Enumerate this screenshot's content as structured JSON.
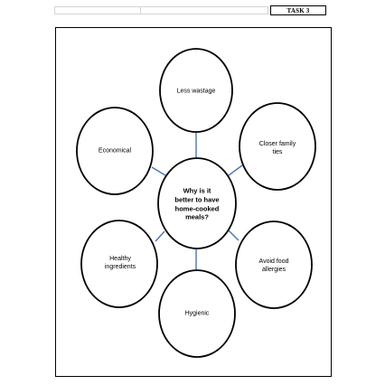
{
  "header": {
    "task_label": "TASK 3"
  },
  "diagram": {
    "center": "Why is it\nbetter to have\nhome-cooked\nmeals?",
    "nodes": [
      {
        "id": "less-wastage",
        "label": "Less wastage"
      },
      {
        "id": "closer-family-ties",
        "label": "Closer family\nties"
      },
      {
        "id": "avoid-food-allergies",
        "label": "Avoid food\nallergies"
      },
      {
        "id": "hygienic",
        "label": "Hygienic"
      },
      {
        "id": "healthy-ingredients",
        "label": "Healthy\ningredients"
      },
      {
        "id": "economical",
        "label": "Economical"
      }
    ],
    "connector_color": "#4a74b4",
    "outline_color": "#000000"
  }
}
